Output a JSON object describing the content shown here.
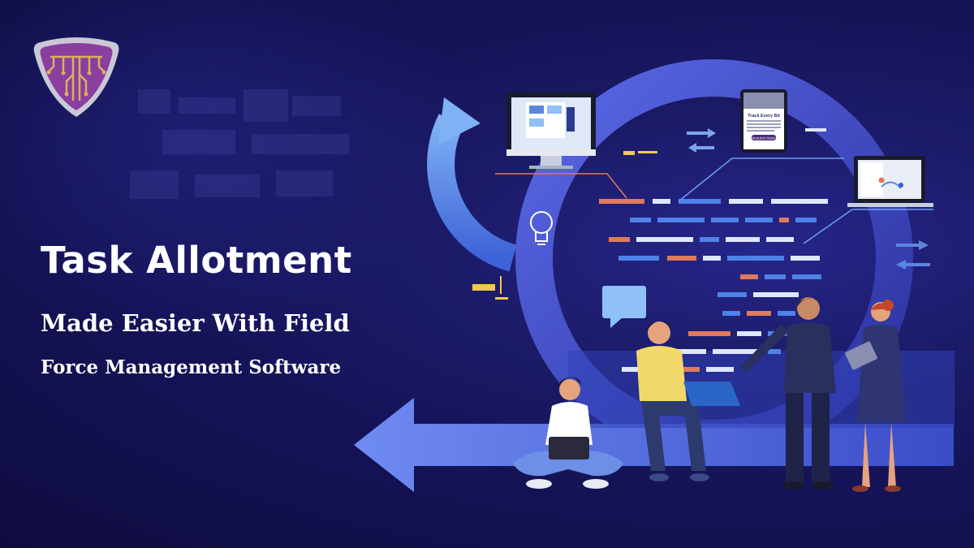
{
  "brand": {
    "logo_icon": "circuit-t-logo-icon",
    "logo_color": "#8a3ea0",
    "logo_accent": "#d8b25a"
  },
  "hero": {
    "title": "Task Allotment",
    "subtitle_line1": "Made Easier With Field",
    "subtitle_line2": "Force Management Software"
  },
  "illustration": {
    "tablet_heading": "Track Every Bit",
    "tablet_button": "REQUEST DEMO",
    "icons": [
      "monitor-icon",
      "tablet-icon",
      "laptop-icon",
      "lightbulb-icon",
      "chat-bubble-icon",
      "swap-arrows-icon",
      "cycle-arrow-icon",
      "back-arrow-icon"
    ]
  },
  "colors": {
    "background": "#141254",
    "ring": "#3b46c4",
    "arrow": "#5b7ae8",
    "accent_orange": "#e07a5a",
    "accent_yellow": "#f2c94c",
    "text": "#ffffff"
  }
}
